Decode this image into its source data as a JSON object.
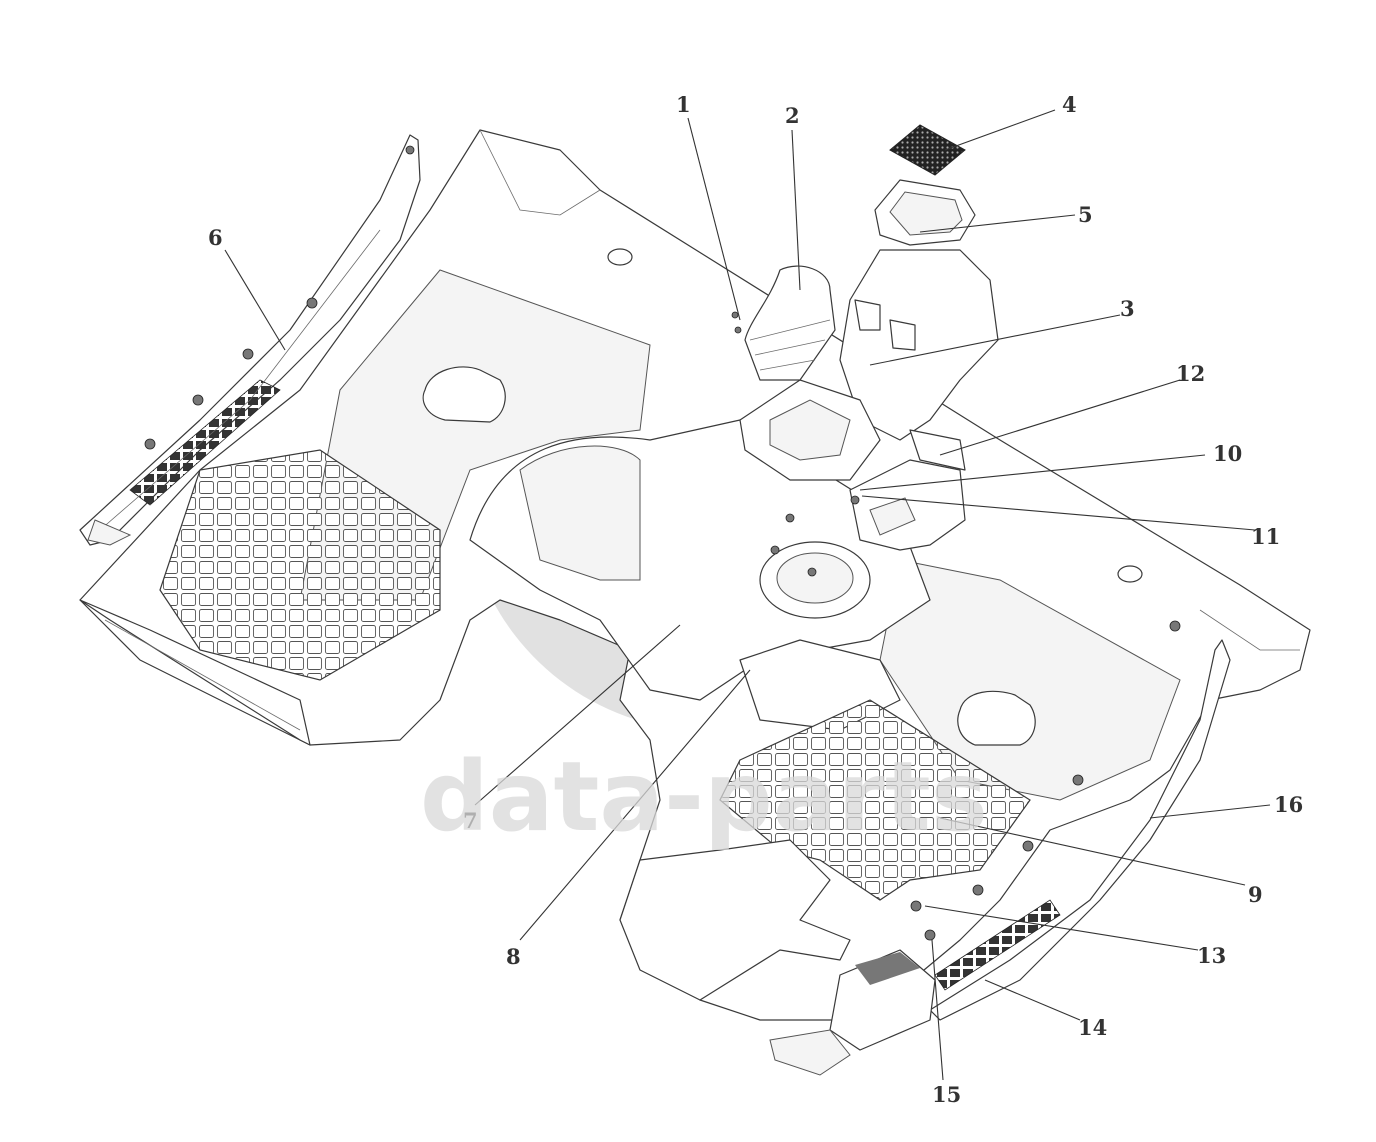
{
  "diagram": {
    "watermark": "data-parts",
    "callouts": [
      "1",
      "2",
      "3",
      "4",
      "5",
      "6",
      "7",
      "8",
      "9",
      "10",
      "11",
      "12",
      "13",
      "14",
      "15",
      "16"
    ]
  }
}
